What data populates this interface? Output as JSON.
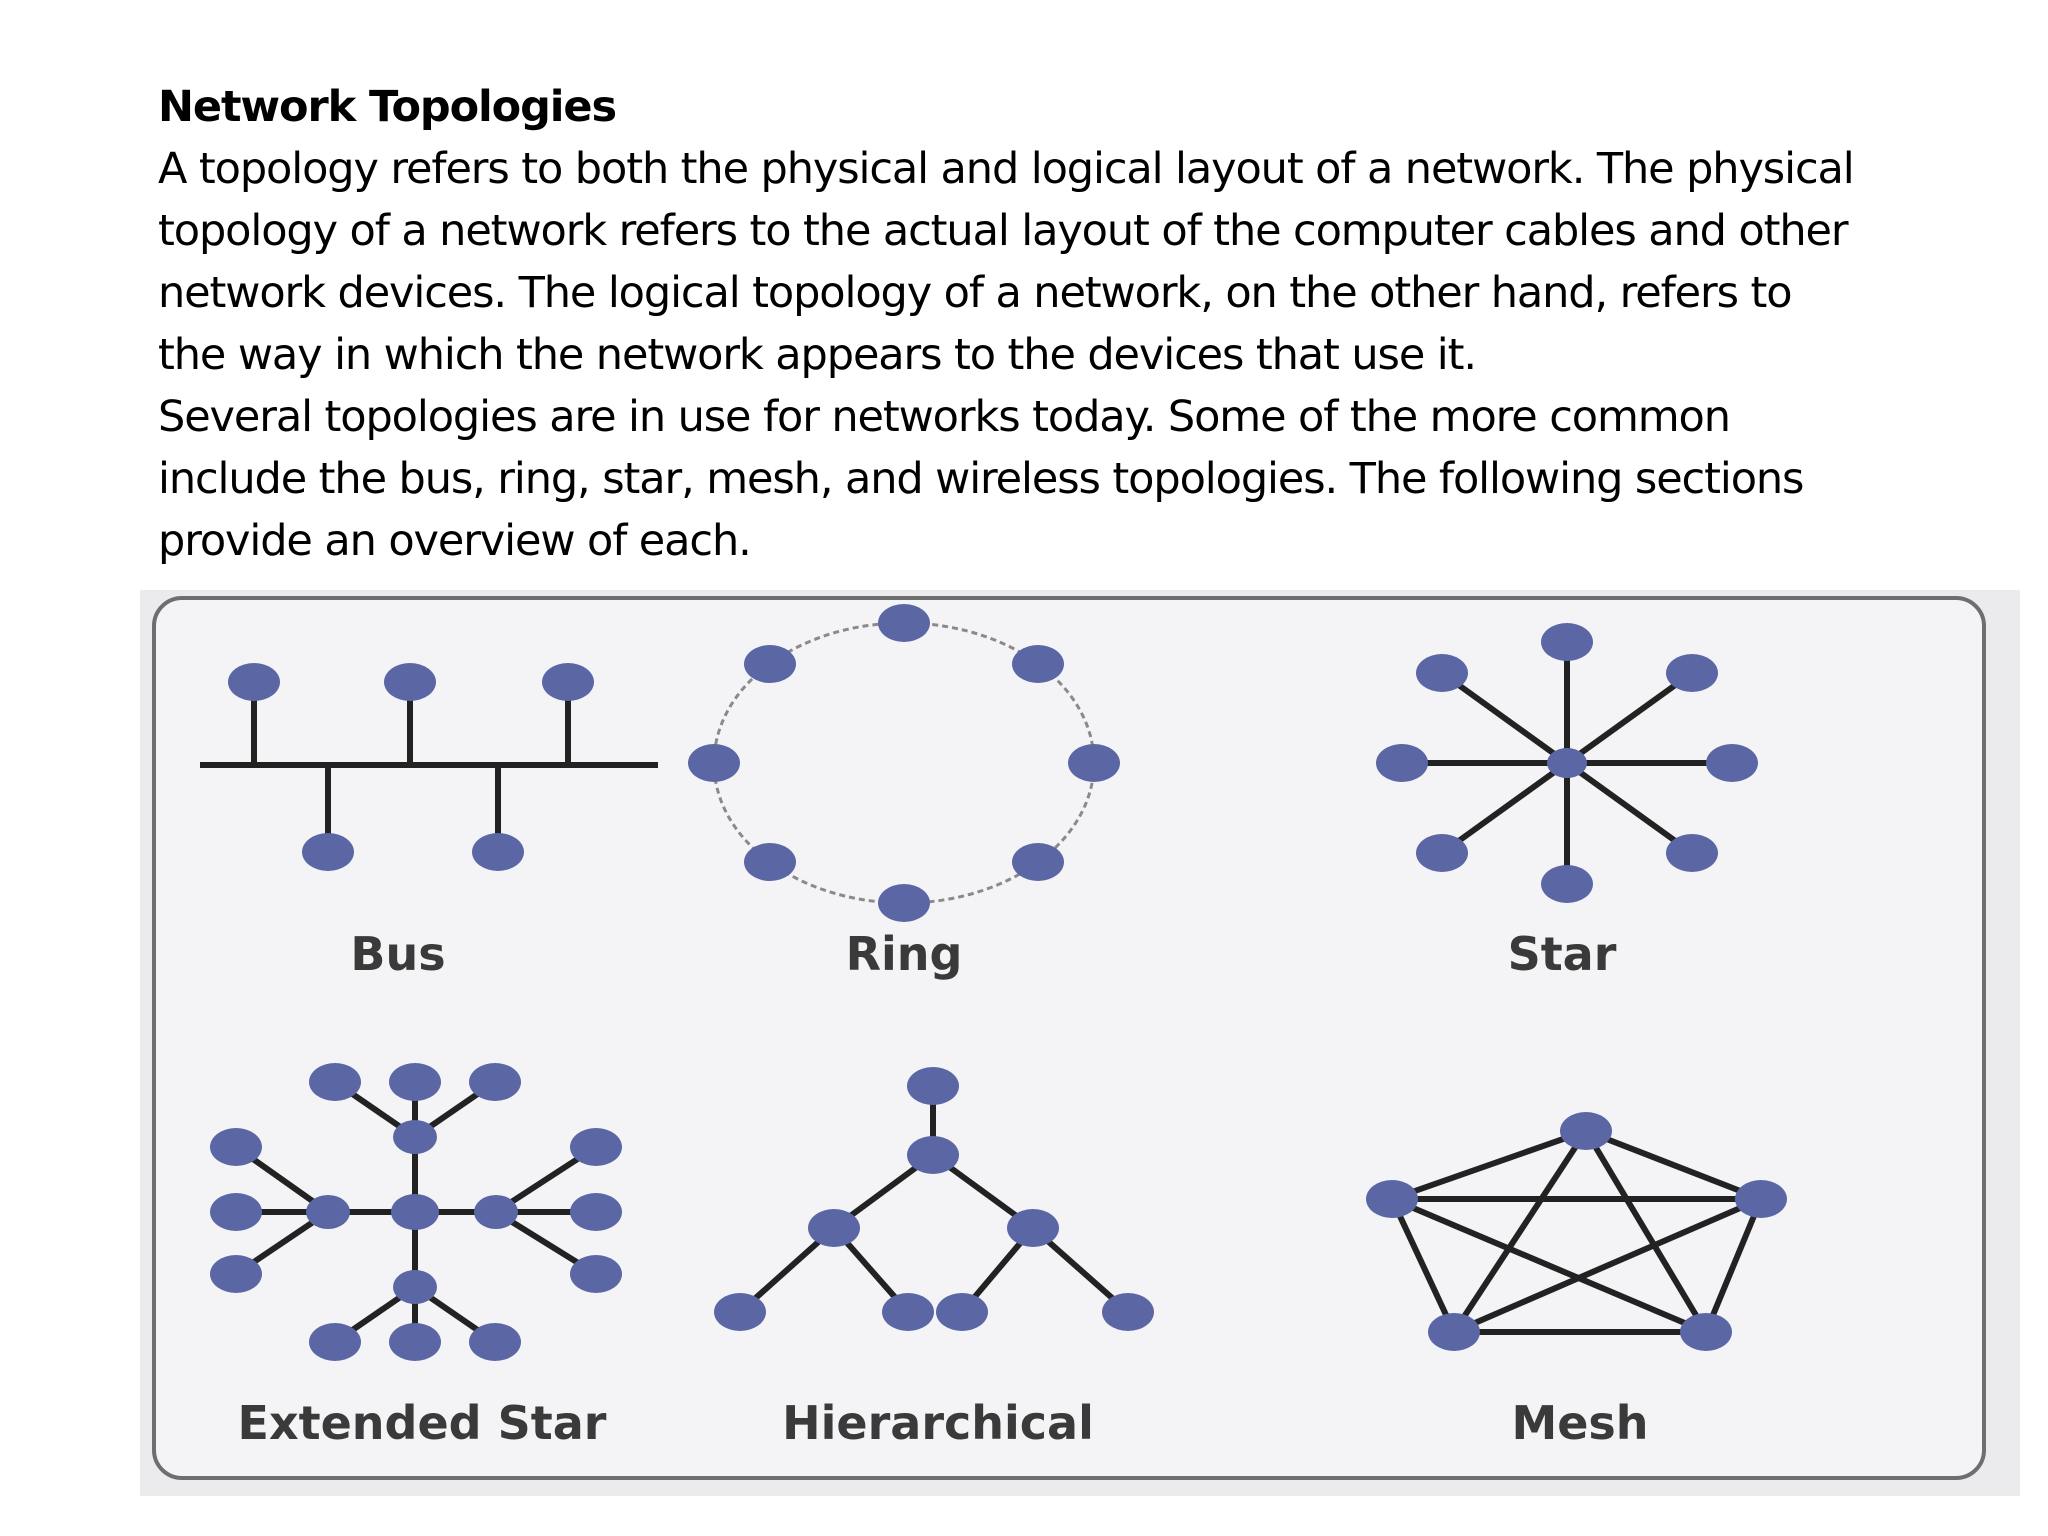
{
  "heading": "Network Topologies",
  "paragraph_lines": [
    "A topology refers to both the physical and logical layout of a network. The physical",
    "topology of a network refers to the actual layout of the computer cables and other",
    "network devices. The logical topology of a network, on the other hand, refers to",
    "the way in which the network appears to the devices that use it.",
    "Several topologies are in use for networks today. Some of the more common",
    "include the bus, ring, star, mesh, and wireless topologies. The following sections",
    "provide an overview of each."
  ],
  "diagram": {
    "labels": {
      "bus": "Bus",
      "ring": "Ring",
      "star": "Star",
      "extended_star": "Extended Star",
      "hierarchical": "Hierarchical",
      "mesh": "Mesh"
    },
    "colors": {
      "node": "#5b67a5",
      "edge": "#222222",
      "ring_edge": "#8a8a8a",
      "panel_bg": "#ebeaed",
      "label": "#3a3a3a"
    }
  }
}
